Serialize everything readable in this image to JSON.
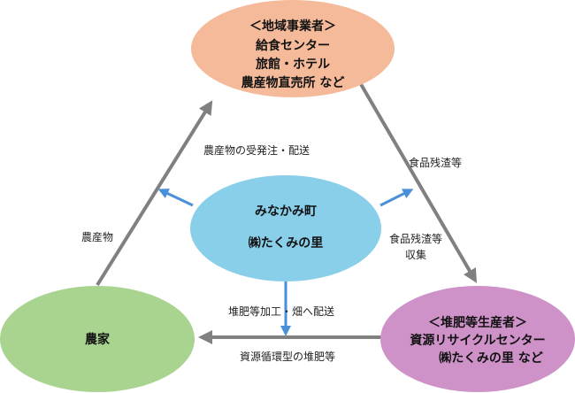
{
  "nodes": {
    "local_business": {
      "lines": [
        "＜地域事業者＞",
        "給食センター",
        "旅館・ホテル",
        "農産物直売所 など"
      ],
      "color": "#F5BA9A"
    },
    "center": {
      "lines": [
        "みなかみ町",
        "㈱たくみの里"
      ],
      "color": "#8ACFEA"
    },
    "farmer": {
      "lines": [
        "農家"
      ],
      "color": "#A9D490"
    },
    "compost_producer": {
      "lines": [
        "＜堆肥等生産者＞",
        "資源リサイクルセンター",
        "㈱たくみの里 など"
      ],
      "color": "#CE92C8"
    }
  },
  "labels": {
    "orders": "農産物の受発注・配送",
    "food_waste_top": "食品残渣等",
    "food_waste_collect": [
      "食品残渣等",
      "収集"
    ],
    "produce": "農産物",
    "compost_delivery": "堆肥等加工・畑へ配送",
    "recycled_compost": "資源循環型の堆肥等"
  },
  "colors": {
    "arrow_gray": "#808080",
    "arrow_blue": "#4A90D9"
  }
}
